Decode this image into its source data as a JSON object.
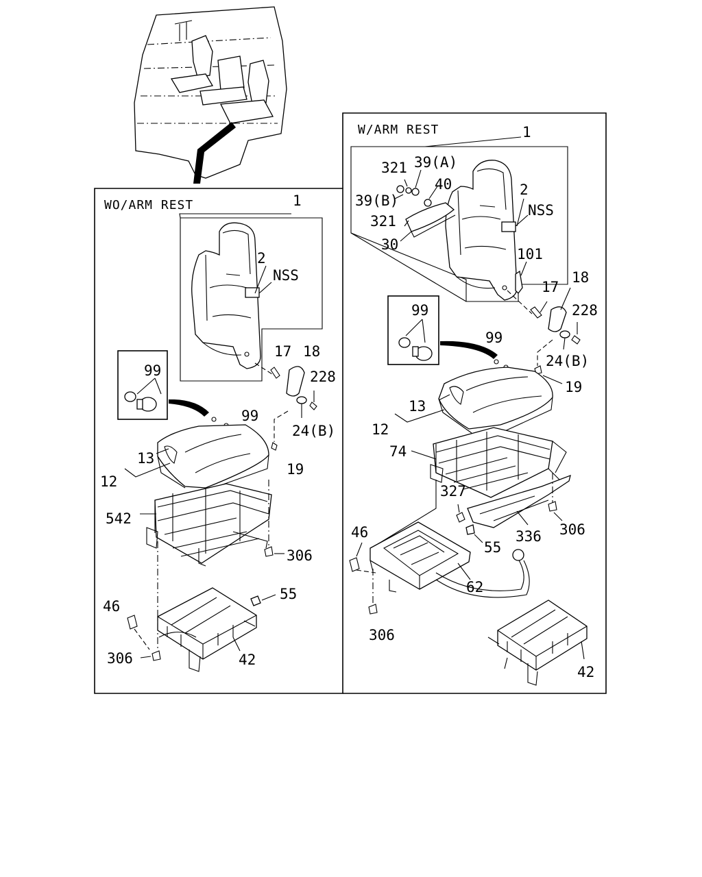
{
  "sections": {
    "without_armrest": {
      "title": "WO/ARM REST"
    },
    "with_armrest": {
      "title": "W/ARM REST"
    }
  },
  "without_armrest_callouts": {
    "c1": "1",
    "c2": "2",
    "nss": "NSS",
    "c17": "17",
    "c18": "18",
    "c228": "228",
    "c99_box": "99",
    "c99": "99",
    "c24b": "24(B)",
    "c13": "13",
    "c12": "12",
    "c19": "19",
    "c542": "542",
    "c306_a": "306",
    "c55": "55",
    "c46": "46",
    "c306_b": "306",
    "c42": "42"
  },
  "with_armrest_callouts": {
    "c1": "1",
    "c321_a": "321",
    "c39a": "39(A)",
    "c40": "40",
    "c39b": "39(B)",
    "c321_b": "321",
    "c30": "30",
    "c2": "2",
    "nss": "NSS",
    "c101": "101",
    "c17": "17",
    "c18": "18",
    "c228": "228",
    "c99_box": "99",
    "c99": "99",
    "c24b": "24(B)",
    "c19": "19",
    "c13": "13",
    "c12": "12",
    "c74": "74",
    "c327": "327",
    "c306_a": "306",
    "c336": "336",
    "c46": "46",
    "c55": "55",
    "c62": "62",
    "c306_b": "306",
    "c42": "42"
  },
  "icons": {
    "cab": "cab-interior-icon",
    "seat_back": "seat-back-icon",
    "seat_cushion": "seat-cushion-icon",
    "seat_frame": "seat-frame-icon",
    "seat_base": "seat-base-icon",
    "armrest": "armrest-icon",
    "clip": "clip-icon"
  }
}
